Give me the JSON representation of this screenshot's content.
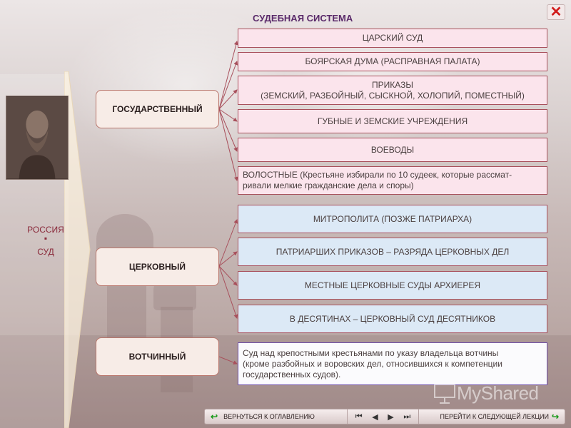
{
  "title": "СУДЕБНАЯ СИСТЕМА",
  "close_icon": "close-icon",
  "left": {
    "russia": "РОССИЯ",
    "dot": "▪",
    "court": "СУД"
  },
  "categories": [
    {
      "label": "ГОСУДАРСТВЕННЫЙ"
    },
    {
      "label": "ЦЕРКОВНЫЙ"
    },
    {
      "label": "ВОТЧИННЫЙ"
    }
  ],
  "state_courts": [
    "ЦАРСКИЙ СУД",
    "БОЯРСКАЯ ДУМА (РАСПРАВНАЯ ПАЛАТА)",
    "ПРИКАЗЫ",
    "(ЗЕМСКИЙ, РАЗБОЙНЫЙ, СЫСКНОЙ, ХОЛОПИЙ, ПОМЕСТНЫЙ)",
    "ГУБНЫЕ И ЗЕМСКИЕ УЧРЕЖДЕНИЯ",
    "ВОЕВОДЫ",
    "ВОЛОСТНЫЕ (Крестьяне избирали по 10 судеек, которые рассмат-",
    "ривали мелкие гражданские дела и споры)"
  ],
  "church_courts": [
    "МИТРОПОЛИТА (ПОЗЖЕ ПАТРИАРХА)",
    "ПАТРИАРШИХ ПРИКАЗОВ – РАЗРЯДА ЦЕРКОВНЫХ ДЕЛ",
    "МЕСТНЫЕ ЦЕРКОВНЫЕ СУДЫ АРХИЕРЕЯ",
    "В ДЕСЯТИНАХ – ЦЕРКОВНЫЙ СУД ДЕСЯТНИКОВ"
  ],
  "patrimonial": [
    "Суд над крепостными крестьянами по указу владельца вотчины",
    "(кроме разбойных и воровских дел, относившихся к компетенции",
    "государственных судов)."
  ],
  "watermark": "MyShared",
  "nav": {
    "back": "ВЕРНУТЬСЯ К ОГЛАВЛЕНИЮ",
    "next": "ПЕРЕЙТИ К СЛЕДУЮЩЕЙ ЛЕКЦИИ",
    "first_icon": "first-icon",
    "prev_icon": "prev-icon",
    "next_icon": "play-icon",
    "last_icon": "last-icon"
  }
}
